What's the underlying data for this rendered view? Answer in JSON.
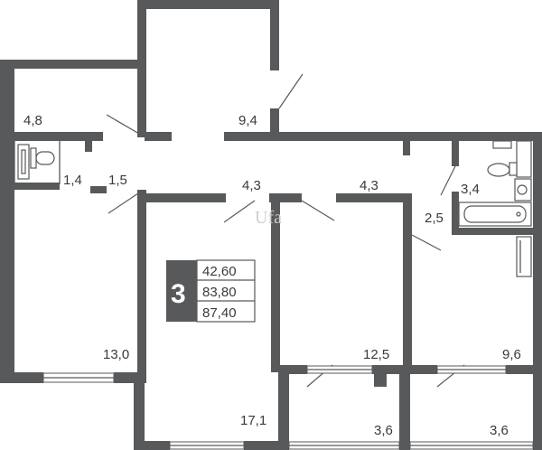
{
  "plan": {
    "rooms": [
      {
        "id": "room-a",
        "area": "4,8"
      },
      {
        "id": "room-b",
        "area": "9,4"
      },
      {
        "id": "room-c",
        "area": "1,4"
      },
      {
        "id": "room-d",
        "area": "1,5"
      },
      {
        "id": "room-e",
        "area": "4,3"
      },
      {
        "id": "room-f",
        "area": "4,3"
      },
      {
        "id": "room-g",
        "area": "3,4"
      },
      {
        "id": "room-h",
        "area": "2,5"
      },
      {
        "id": "room-i",
        "area": "13,0"
      },
      {
        "id": "room-j",
        "area": "12,5"
      },
      {
        "id": "room-k",
        "area": "9,6"
      },
      {
        "id": "room-l",
        "area": "17,1"
      },
      {
        "id": "room-m",
        "area": "3,6"
      },
      {
        "id": "room-n",
        "area": "3,6"
      }
    ],
    "badge": {
      "rooms_count": "3",
      "area_1": "42,60",
      "area_2": "83,80",
      "area_3": "87,40",
      "color": "#58595b"
    },
    "watermark": "Ufa",
    "wall_color": "#58595b"
  }
}
